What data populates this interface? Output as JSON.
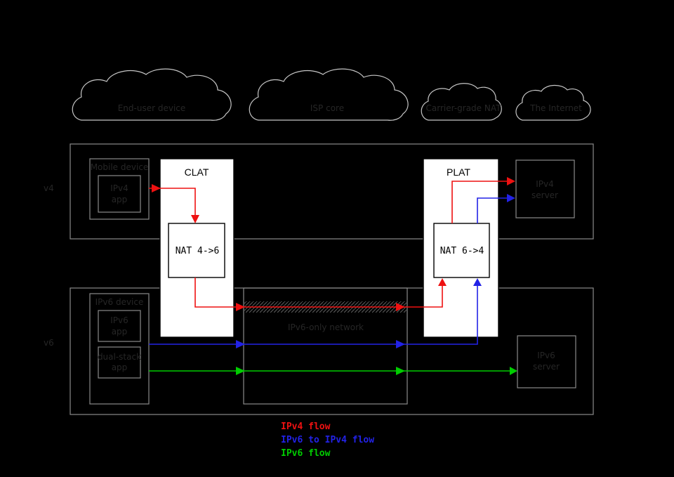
{
  "colors": {
    "background": "#000000",
    "cloudline": "#c6c6c6",
    "boxline": "#8a8a8a",
    "white": "#ffffff",
    "black": "#000000",
    "dimtext": "#262626",
    "hatch": "#5f5f5f",
    "ipv4": "#ee1111",
    "nat64": "#2222e6",
    "ipv6": "#00cc00"
  },
  "clouds": [
    {
      "label": "End-user device"
    },
    {
      "label": "ISP core"
    },
    {
      "label": "Carrier-grade NAT"
    },
    {
      "label": "The Internet"
    }
  ],
  "bands": {
    "ipv4_label": "v4",
    "ipv6_label": "v6"
  },
  "core": {
    "label": "IPv6-only network"
  },
  "clat": {
    "title": "CLAT",
    "nat_label": "NAT 4->6"
  },
  "plat": {
    "title": "PLAT",
    "nat_label": "NAT 6->4"
  },
  "mobile_device": {
    "title": "Mobile device",
    "app": {
      "line1": "IPv4",
      "line2": "app"
    }
  },
  "ipv6_device": {
    "title": "IPv6 device",
    "app1": {
      "line1": "IPv6",
      "line2": "app"
    },
    "app2": {
      "line1": "dual-stack",
      "line2": "app"
    }
  },
  "ipv4_server": {
    "line1": "IPv4",
    "line2": "server"
  },
  "ipv6_server": {
    "line1": "IPv6",
    "line2": "server"
  },
  "legend": [
    {
      "label": "IPv4 flow"
    },
    {
      "label": "IPv6 to IPv4 flow"
    },
    {
      "label": "IPv6 flow"
    }
  ]
}
